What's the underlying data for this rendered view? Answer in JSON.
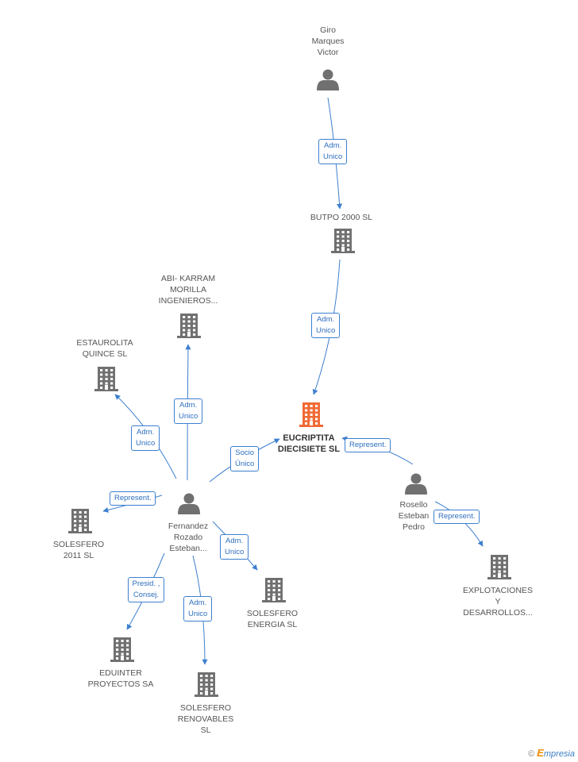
{
  "nodes": [
    {
      "id": "giro",
      "type": "person",
      "label": [
        "Giro",
        "Marques",
        "Victor"
      ]
    },
    {
      "id": "butpo",
      "type": "company",
      "label": [
        "BUTPO 2000 SL"
      ]
    },
    {
      "id": "eucriptita",
      "type": "company",
      "center": true,
      "label": [
        "EUCRIPTITA",
        "DIECISIETE SL"
      ]
    },
    {
      "id": "abikarram",
      "type": "company",
      "label": [
        "ABI- KARRAM",
        "MORILLA",
        "INGENIEROS..."
      ]
    },
    {
      "id": "estaurolita",
      "type": "company",
      "label": [
        "ESTAUROLITA",
        "QUINCE SL"
      ]
    },
    {
      "id": "fernandez",
      "type": "person",
      "label": [
        "Fernandez",
        "Rozado",
        "Esteban..."
      ]
    },
    {
      "id": "solesfero2011",
      "type": "company",
      "label": [
        "SOLESFERO",
        "2011 SL"
      ]
    },
    {
      "id": "eduinter",
      "type": "company",
      "label": [
        "EDUINTER",
        "PROYECTOS SA"
      ]
    },
    {
      "id": "solesferorenov",
      "type": "company",
      "label": [
        "SOLESFERO",
        "RENOVABLES",
        "SL"
      ]
    },
    {
      "id": "solesferoenergia",
      "type": "company",
      "label": [
        "SOLESFERO",
        "ENERGIA  SL"
      ]
    },
    {
      "id": "rosello",
      "type": "person",
      "label": [
        "Rosello",
        "Esteban",
        "Pedro"
      ]
    },
    {
      "id": "explotaciones",
      "type": "company",
      "label": [
        "EXPLOTACIONES",
        "Y",
        "DESARROLLOS..."
      ]
    }
  ],
  "edges": [
    {
      "from": "giro",
      "to": "butpo",
      "label": [
        "Adm.",
        "Unico"
      ]
    },
    {
      "from": "butpo",
      "to": "eucriptita",
      "label": [
        "Adm.",
        "Unico"
      ]
    },
    {
      "from": "fernandez",
      "to": "eucriptita",
      "label": [
        "Socio",
        "Único"
      ]
    },
    {
      "from": "rosello",
      "to": "eucriptita",
      "label": [
        "Represent."
      ]
    },
    {
      "from": "rosello",
      "to": "explotaciones",
      "label": [
        "Represent."
      ]
    },
    {
      "from": "fernandez",
      "to": "abikarram",
      "label": [
        "Adm.",
        "Unico"
      ]
    },
    {
      "from": "fernandez",
      "to": "estaurolita",
      "label": [
        "Adm.",
        "Unico"
      ]
    },
    {
      "from": "fernandez",
      "to": "solesfero2011",
      "label": [
        "Represent."
      ]
    },
    {
      "from": "fernandez",
      "to": "eduinter",
      "label": [
        "Presid. ,",
        "Consej."
      ]
    },
    {
      "from": "fernandez",
      "to": "solesferorenov",
      "label": [
        "Adm.",
        "Unico"
      ]
    },
    {
      "from": "fernandez",
      "to": "solesferoenergia",
      "label": [
        "Adm.",
        "Unico"
      ]
    }
  ],
  "colors": {
    "company": "#707070",
    "center": "#f06a35",
    "person": "#707070",
    "edge": "#3d7fcf",
    "text": "#555555"
  },
  "watermark": {
    "symbol": "©",
    "brand_initial": "E",
    "brand_rest": "mpresia"
  }
}
